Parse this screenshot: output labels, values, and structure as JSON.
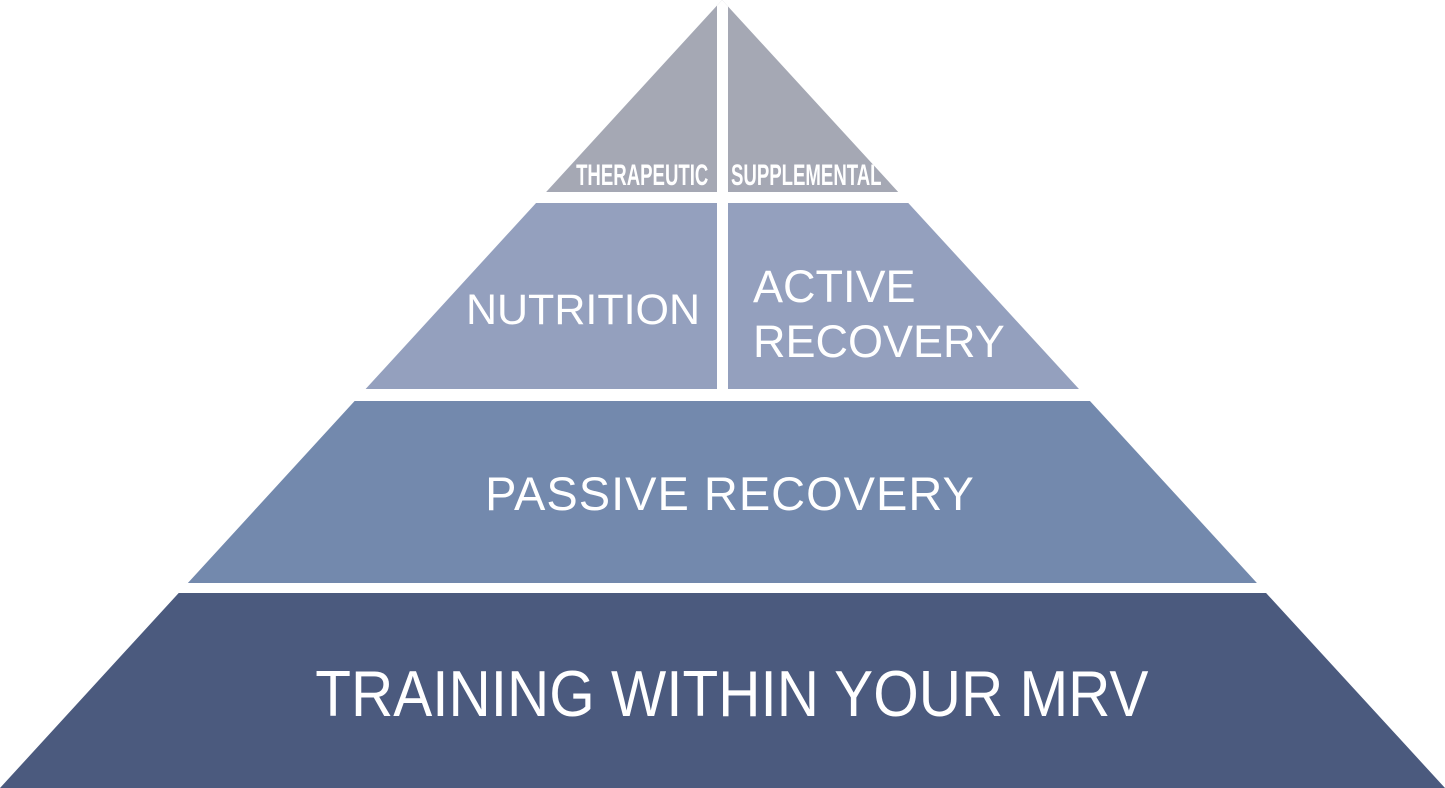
{
  "diagram": {
    "name": "recovery-pyramid",
    "background_color": "#ffffff",
    "text_color": "#ffffff",
    "divider_color": "#ffffff",
    "tiers": [
      {
        "level": 1,
        "color": "#a5a8b4",
        "segments": [
          {
            "label": "THERAPEUTIC"
          },
          {
            "label": "SUPPLEMENTAL"
          }
        ]
      },
      {
        "level": 2,
        "color": "#94a0be",
        "segments": [
          {
            "label": "NUTRITION",
            "lines": [
              "NUTRITION"
            ]
          },
          {
            "label": "ACTIVE RECOVERY",
            "lines": [
              "ACTIVE",
              "RECOVERY"
            ]
          }
        ]
      },
      {
        "level": 3,
        "color": "#7389ad",
        "segments": [
          {
            "label": "PASSIVE RECOVERY"
          }
        ]
      },
      {
        "level": 4,
        "color": "#4b5a7e",
        "segments": [
          {
            "label": "TRAINING WITHIN YOUR MRV"
          }
        ]
      }
    ]
  }
}
